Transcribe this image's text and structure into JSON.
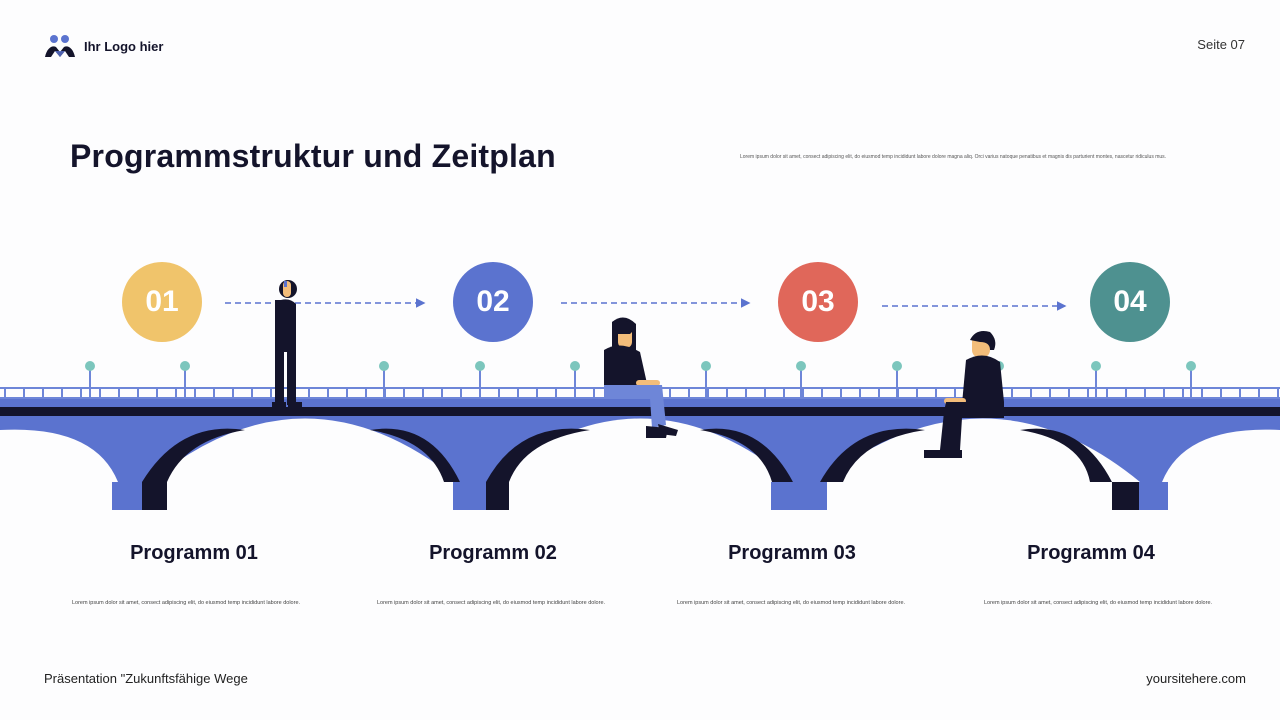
{
  "header": {
    "logo_text": "Ihr Logo hier",
    "page_label": "Seite 07"
  },
  "title": "Programmstruktur und Zeitplan",
  "intro": "Lorem ipsum dolor sit amet, consect adipiscing elit, do eiusmod temp incididunt labore dolore magna aliq. Orci varius natoque penatibus et magnis dis parturient montes, nascetur ridiculus mus.",
  "steps": [
    {
      "number": "01",
      "color": "#f0c46b",
      "title": "Programm 01",
      "text": "Lorem ipsum dolor sit amet, consect adipiscing elit, do eiusmod temp incididunt labore dolore."
    },
    {
      "number": "02",
      "color": "#5b73cf",
      "title": "Programm 02",
      "text": "Lorem ipsum dolor sit amet, consect adipiscing elit, do eiusmod temp incididunt labore dolore."
    },
    {
      "number": "03",
      "color": "#e0675a",
      "title": "Programm 03",
      "text": "Lorem ipsum dolor sit amet, consect adipiscing elit, do eiusmod temp incididunt labore dolore."
    },
    {
      "number": "04",
      "color": "#4e9190",
      "title": "Programm 04",
      "text": "Lorem ipsum dolor sit amet, consect adipiscing elit, do eiusmod temp incididunt labore dolore."
    }
  ],
  "footer": {
    "left": "Präsentation \"Zukunftsfähige Wege",
    "right": "yoursitehere.com"
  },
  "colors": {
    "bridge": "#5b73cf",
    "bridge_dark": "#14142b",
    "railing": "#6e86d8",
    "lamp": "#7cc6bd",
    "skin": "#f3bd7a"
  }
}
